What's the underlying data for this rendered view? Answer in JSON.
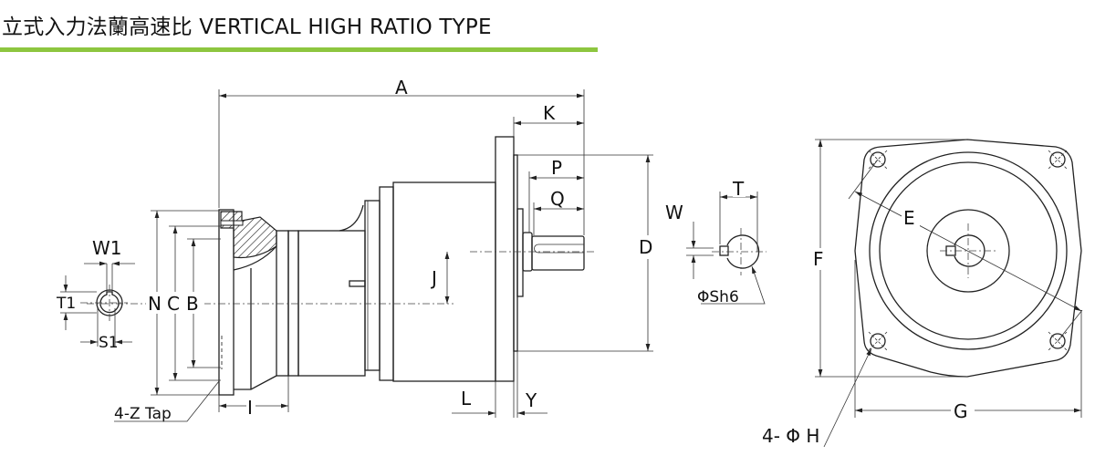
{
  "header": {
    "title": "立式入力法蘭高速比 VERTICAL HIGH RATIO TYPE",
    "accent_color": "#8dc63f"
  },
  "dims": {
    "A": "A",
    "K": "K",
    "P": "P",
    "Q": "Q",
    "D": "D",
    "J": "J",
    "L": "L",
    "Y": "Y",
    "I": "I",
    "N": "N",
    "C": "C",
    "B": "B",
    "W1": "W1",
    "T1": "T1",
    "S1": "S1",
    "Z": "4-Z Tap",
    "W": "W",
    "T": "T",
    "Sh6": "ΦSh6",
    "E": "E",
    "F": "F",
    "G": "G",
    "H": "4- Φ H"
  }
}
